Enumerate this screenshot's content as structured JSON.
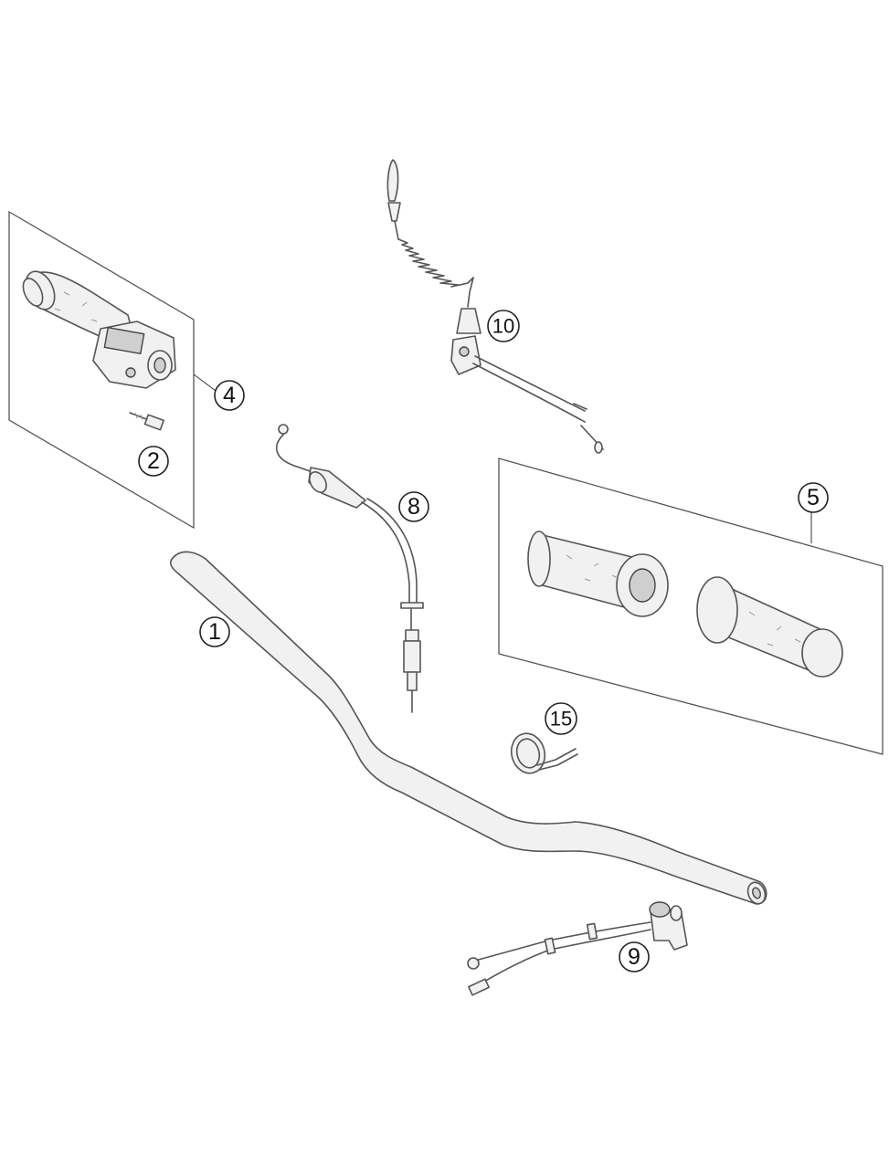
{
  "callouts": [
    {
      "id": "handlebar",
      "label": "1"
    },
    {
      "id": "screw",
      "label": "2"
    },
    {
      "id": "throttle-grip-set",
      "label": "4"
    },
    {
      "id": "grip-set",
      "label": "5"
    },
    {
      "id": "throttle-cable",
      "label": "8"
    },
    {
      "id": "kill-switch",
      "label": "9"
    },
    {
      "id": "emergency-stop-switch",
      "label": "10"
    },
    {
      "id": "cable-tie",
      "label": "15"
    }
  ],
  "colors": {
    "line": "#555555",
    "fill": "#f1f1f1",
    "background": "#ffffff"
  }
}
